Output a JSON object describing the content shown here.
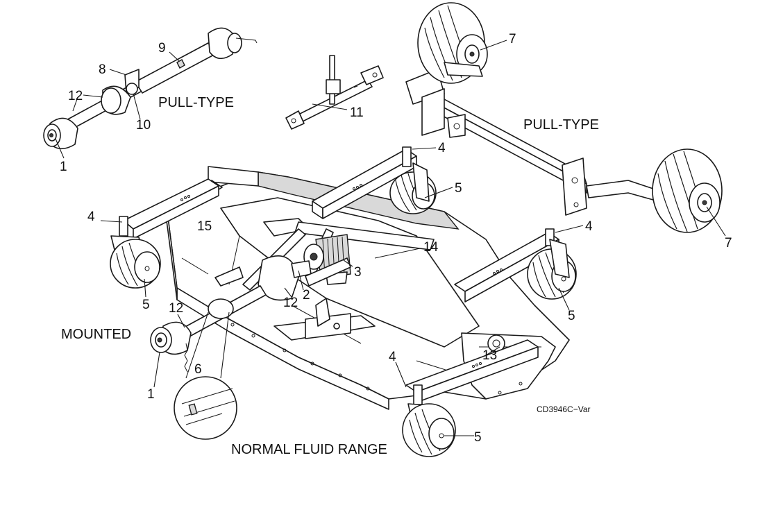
{
  "captions": {
    "pull_type_driveline": "PULL-TYPE",
    "pull_type_axle": "PULL-TYPE",
    "mounted": "MOUNTED",
    "normal_fluid_range": "NORMAL FLUID RANGE",
    "figure_ref": "CD3946C−Var"
  },
  "callouts": [
    {
      "id": "c1a",
      "text": "1"
    },
    {
      "id": "c12a",
      "text": "12"
    },
    {
      "id": "c8",
      "text": "8"
    },
    {
      "id": "c9",
      "text": "9"
    },
    {
      "id": "c10",
      "text": "10"
    },
    {
      "id": "c11",
      "text": "11"
    },
    {
      "id": "c7a",
      "text": "7"
    },
    {
      "id": "c7b",
      "text": "7"
    },
    {
      "id": "c4a",
      "text": "4"
    },
    {
      "id": "c5a",
      "text": "5"
    },
    {
      "id": "c4b",
      "text": "4"
    },
    {
      "id": "c15",
      "text": "15"
    },
    {
      "id": "c14",
      "text": "14"
    },
    {
      "id": "c3",
      "text": "3"
    },
    {
      "id": "c2",
      "text": "2"
    },
    {
      "id": "c12b",
      "text": "12"
    },
    {
      "id": "c5b",
      "text": "5"
    },
    {
      "id": "c4c",
      "text": "4"
    },
    {
      "id": "c5c",
      "text": "5"
    },
    {
      "id": "c12c",
      "text": "12"
    },
    {
      "id": "c1b",
      "text": "1"
    },
    {
      "id": "c6",
      "text": "6"
    },
    {
      "id": "c13",
      "text": "13"
    },
    {
      "id": "c4d",
      "text": "4"
    },
    {
      "id": "c5d",
      "text": "5"
    }
  ]
}
